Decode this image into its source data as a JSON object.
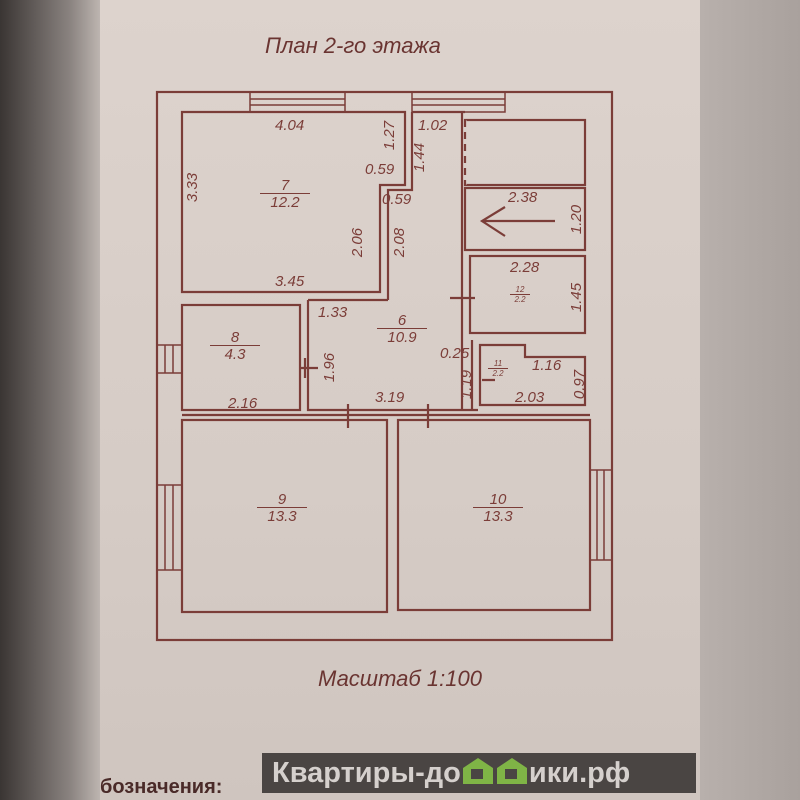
{
  "title": "План 2-го этажа",
  "scale": "Масштаб 1:100",
  "legend_label": "бозначения:",
  "watermark": {
    "before": "Квартиры-до",
    "after": "ики.рф",
    "icon": "houses-logo-icon"
  },
  "rooms": [
    {
      "number": "7",
      "area": "12.2"
    },
    {
      "number": "6",
      "area": "10.9"
    },
    {
      "number": "8",
      "area": "4.3"
    },
    {
      "number": "9",
      "area": "13.3"
    },
    {
      "number": "10",
      "area": "13.3"
    },
    {
      "number": "12",
      "area": "2.2"
    },
    {
      "number": "11",
      "area": "2.2"
    }
  ],
  "dimensions": [
    "4.04",
    "1.27",
    "3.33",
    "0.59",
    "0.59",
    "1.44",
    "1.02",
    "2.06",
    "2.08",
    "3.45",
    "2.38",
    "1.20",
    "2.28",
    "1.45",
    "1.33",
    "1.96",
    "2.16",
    "3.19",
    "0.25",
    "1.19",
    "1.16",
    "0.97",
    "2.03"
  ],
  "colors": {
    "line": "#7b3d38",
    "paper": "#d9cfc9"
  }
}
